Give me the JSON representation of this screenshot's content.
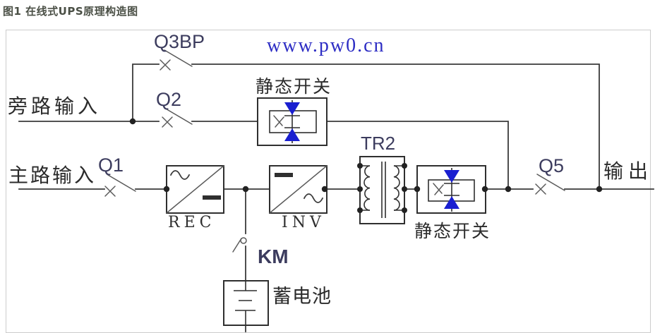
{
  "title": "图1 在线式UPS原理构造图",
  "watermark": "www.pw0.cn",
  "diagram": {
    "inputs": {
      "bypass": "旁路输入",
      "main": "主路输入"
    },
    "output": "输出",
    "breakers": {
      "q3bp": "Q3BP",
      "q2": "Q2",
      "q1": "Q1",
      "q5": "Q5",
      "km": "KM"
    },
    "blocks": {
      "static_switch_top": "静态开关",
      "static_switch_bottom": "静态开关",
      "rectifier": "REC",
      "inverter": "INV",
      "transformer": "TR2",
      "battery": "蓄电池"
    }
  },
  "colors": {
    "title": "#4a4f45",
    "panel_border": "#cccccc",
    "wire": "#3a3a3a",
    "wire_thin": "#5a5a5a",
    "box_stroke": "#2f2f2f",
    "dot": "#222222",
    "thyristor_blue": "#1a1fd0",
    "breaker_label": "#3c3c5e",
    "watermark_blue": "#2d2dc4",
    "chinese_label": "#2b2b2b"
  }
}
